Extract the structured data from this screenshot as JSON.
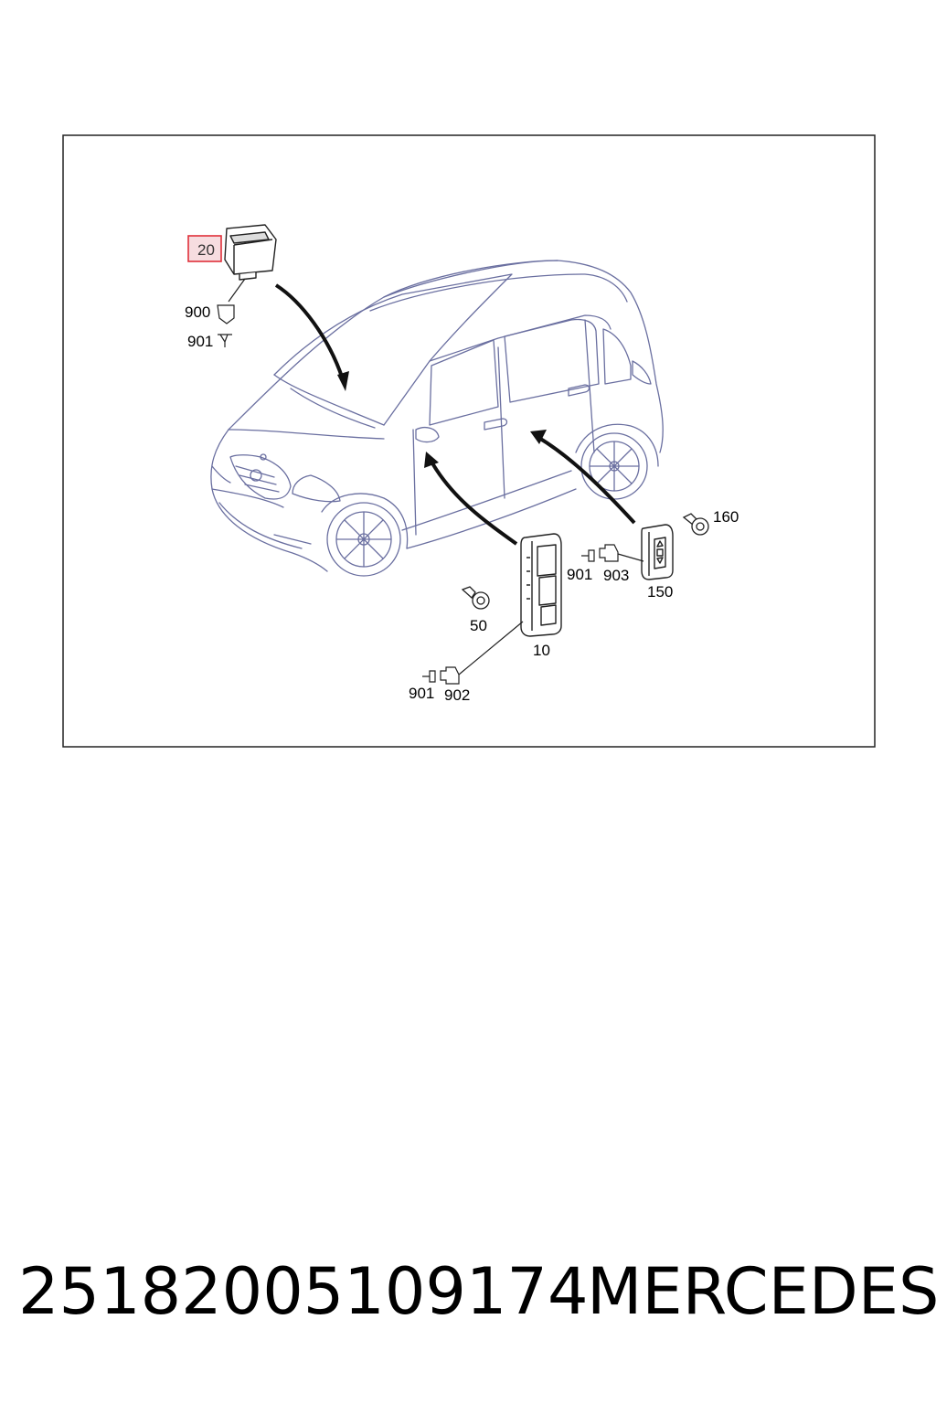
{
  "callouts": {
    "c20": "20",
    "c900": "900",
    "c901a": "901",
    "c160": "160",
    "c901b": "901",
    "c903": "903",
    "c150": "150",
    "c50": "50",
    "c10": "10",
    "c901c": "901",
    "c902": "902"
  },
  "footer": {
    "part_number": "25182005109174",
    "brand": "MERCEDES"
  },
  "colors": {
    "line": "#1a1a1a",
    "car_line": "#6a6fa0",
    "highlight_border": "#e0303a",
    "highlight_fill": "#f6dde0"
  }
}
